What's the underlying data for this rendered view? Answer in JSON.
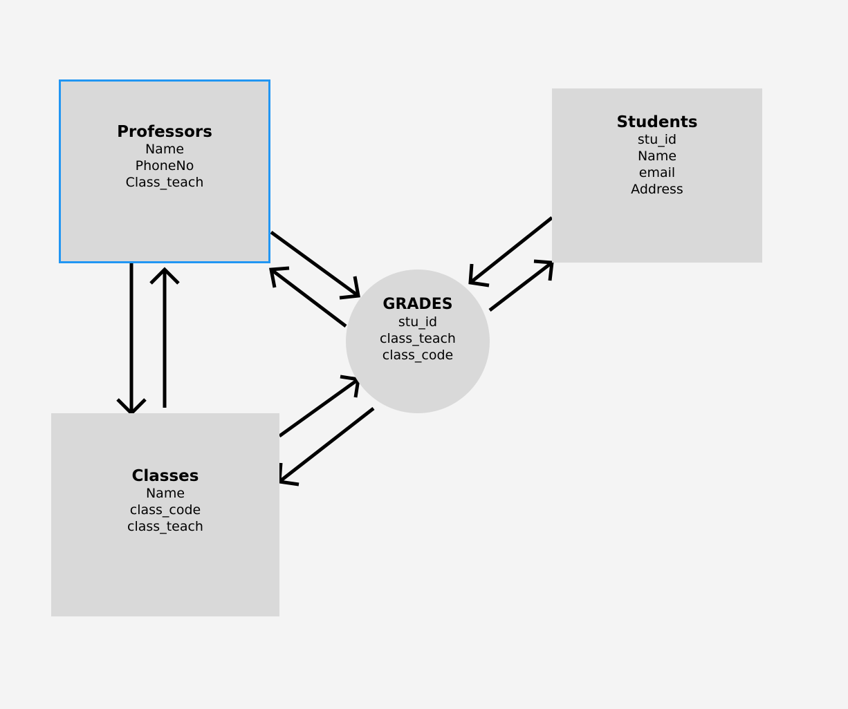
{
  "professors": {
    "title": "Professors",
    "fields": [
      "Name",
      "PhoneNo",
      "Class_teach"
    ]
  },
  "students": {
    "title": "Students",
    "fields": [
      "stu_id",
      "Name",
      "email",
      "Address"
    ]
  },
  "classes": {
    "title": "Classes",
    "fields": [
      "Name",
      "class_code",
      "class_teach"
    ]
  },
  "grades": {
    "title": "GRADES",
    "fields": [
      "stu_id",
      "class_teach",
      "class_code"
    ]
  },
  "colors": {
    "canvas": "#f4f4f4",
    "node_fill": "#d9d9d9",
    "selection_border": "#2196f3",
    "arrow": "#000000"
  }
}
